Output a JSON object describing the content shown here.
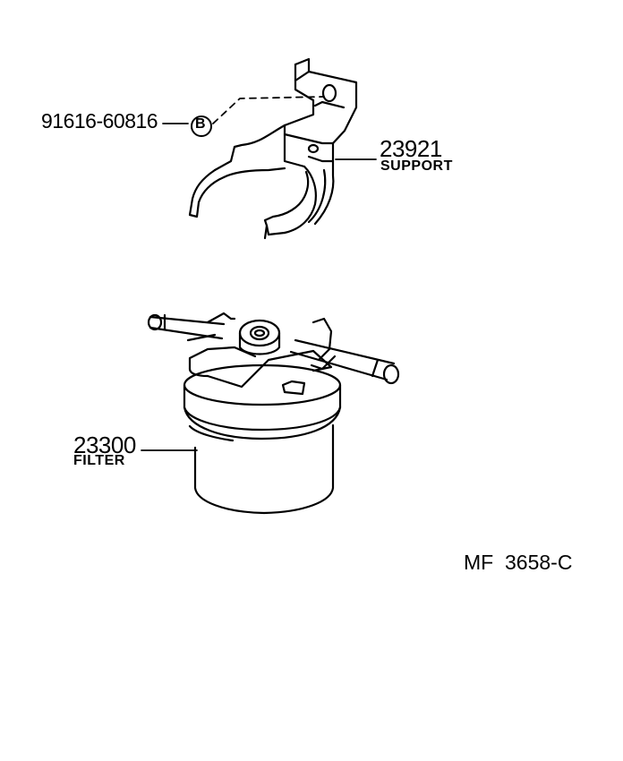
{
  "parts": [
    {
      "number": "91616-60816",
      "marker": "B"
    },
    {
      "number": "23921",
      "name": "SUPPORT"
    },
    {
      "number": "23300",
      "name": "FILTER"
    }
  ],
  "figure_code": "MF  3658-C"
}
